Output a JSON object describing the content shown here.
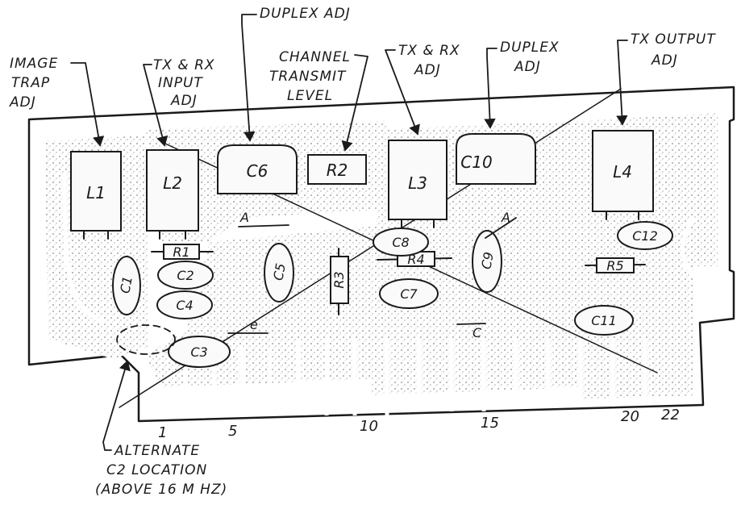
{
  "callouts": {
    "image_trap": [
      "IMAGE",
      "TRAP",
      "ADJ"
    ],
    "tx_rx_input": [
      "TX & RX",
      "INPUT",
      "ADJ"
    ],
    "duplex_adj_1": [
      "DUPLEX ADJ"
    ],
    "channel_transmit": [
      "CHANNEL",
      "TRANSMIT",
      "LEVEL"
    ],
    "tx_rx_adj": [
      "TX & RX",
      "ADJ"
    ],
    "duplex_adj_2": [
      "DUPLEX",
      "ADJ"
    ],
    "tx_output": [
      "TX OUTPUT",
      "ADJ"
    ],
    "alternate_c2": [
      "ALTERNATE",
      "C2 LOCATION",
      "(ABOVE 16 M HZ)"
    ]
  },
  "components": {
    "l1": "L1",
    "l2": "L2",
    "c6": "C6",
    "r2": "R2",
    "l3": "L3",
    "c10": "C10",
    "l4": "L4",
    "r1": "R1",
    "c2": "C2",
    "c1": "C1",
    "c4": "C4",
    "c3": "C3",
    "c5": "C5",
    "r3": "R3",
    "c8": "C8",
    "r4": "R4",
    "c7": "C7",
    "c9": "C9",
    "c12": "C12",
    "r5": "R5",
    "c11": "C11"
  },
  "markers": {
    "a1": "A",
    "a2": "A",
    "c": "C",
    "e": "e"
  },
  "pins": [
    "1",
    "5",
    "10",
    "15",
    "20",
    "22"
  ]
}
